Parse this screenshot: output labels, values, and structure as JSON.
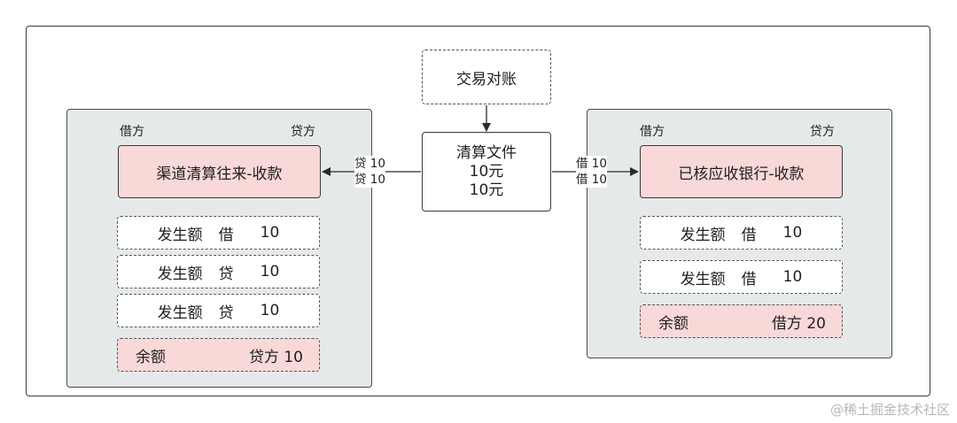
{
  "left_panel": {
    "debit_side": "借方",
    "credit_side": "贷方",
    "account": "渠道清算往来-收款",
    "entries": [
      {
        "label": "发生额",
        "dir": "借",
        "amount": "10"
      },
      {
        "label": "发生额",
        "dir": "贷",
        "amount": "10"
      },
      {
        "label": "发生额",
        "dir": "贷",
        "amount": "10"
      }
    ],
    "balance": {
      "label": "余额",
      "value": "贷方 10"
    }
  },
  "right_panel": {
    "debit_side": "借方",
    "credit_side": "贷方",
    "account": "已核应收银行-收款",
    "entries": [
      {
        "label": "发生额",
        "dir": "借",
        "amount": "10"
      },
      {
        "label": "发生额",
        "dir": "借",
        "amount": "10"
      }
    ],
    "balance": {
      "label": "余额",
      "value": "借方 20"
    }
  },
  "center": {
    "reconciliation": "交易对账",
    "settlement_file": {
      "title": "清算文件",
      "line1": "10元",
      "line2": "10元"
    }
  },
  "edge_labels": {
    "left": [
      "贷 10",
      "贷 10"
    ],
    "right": [
      "借 10",
      "借 10"
    ]
  },
  "watermark": "@稀土掘金技术社区"
}
